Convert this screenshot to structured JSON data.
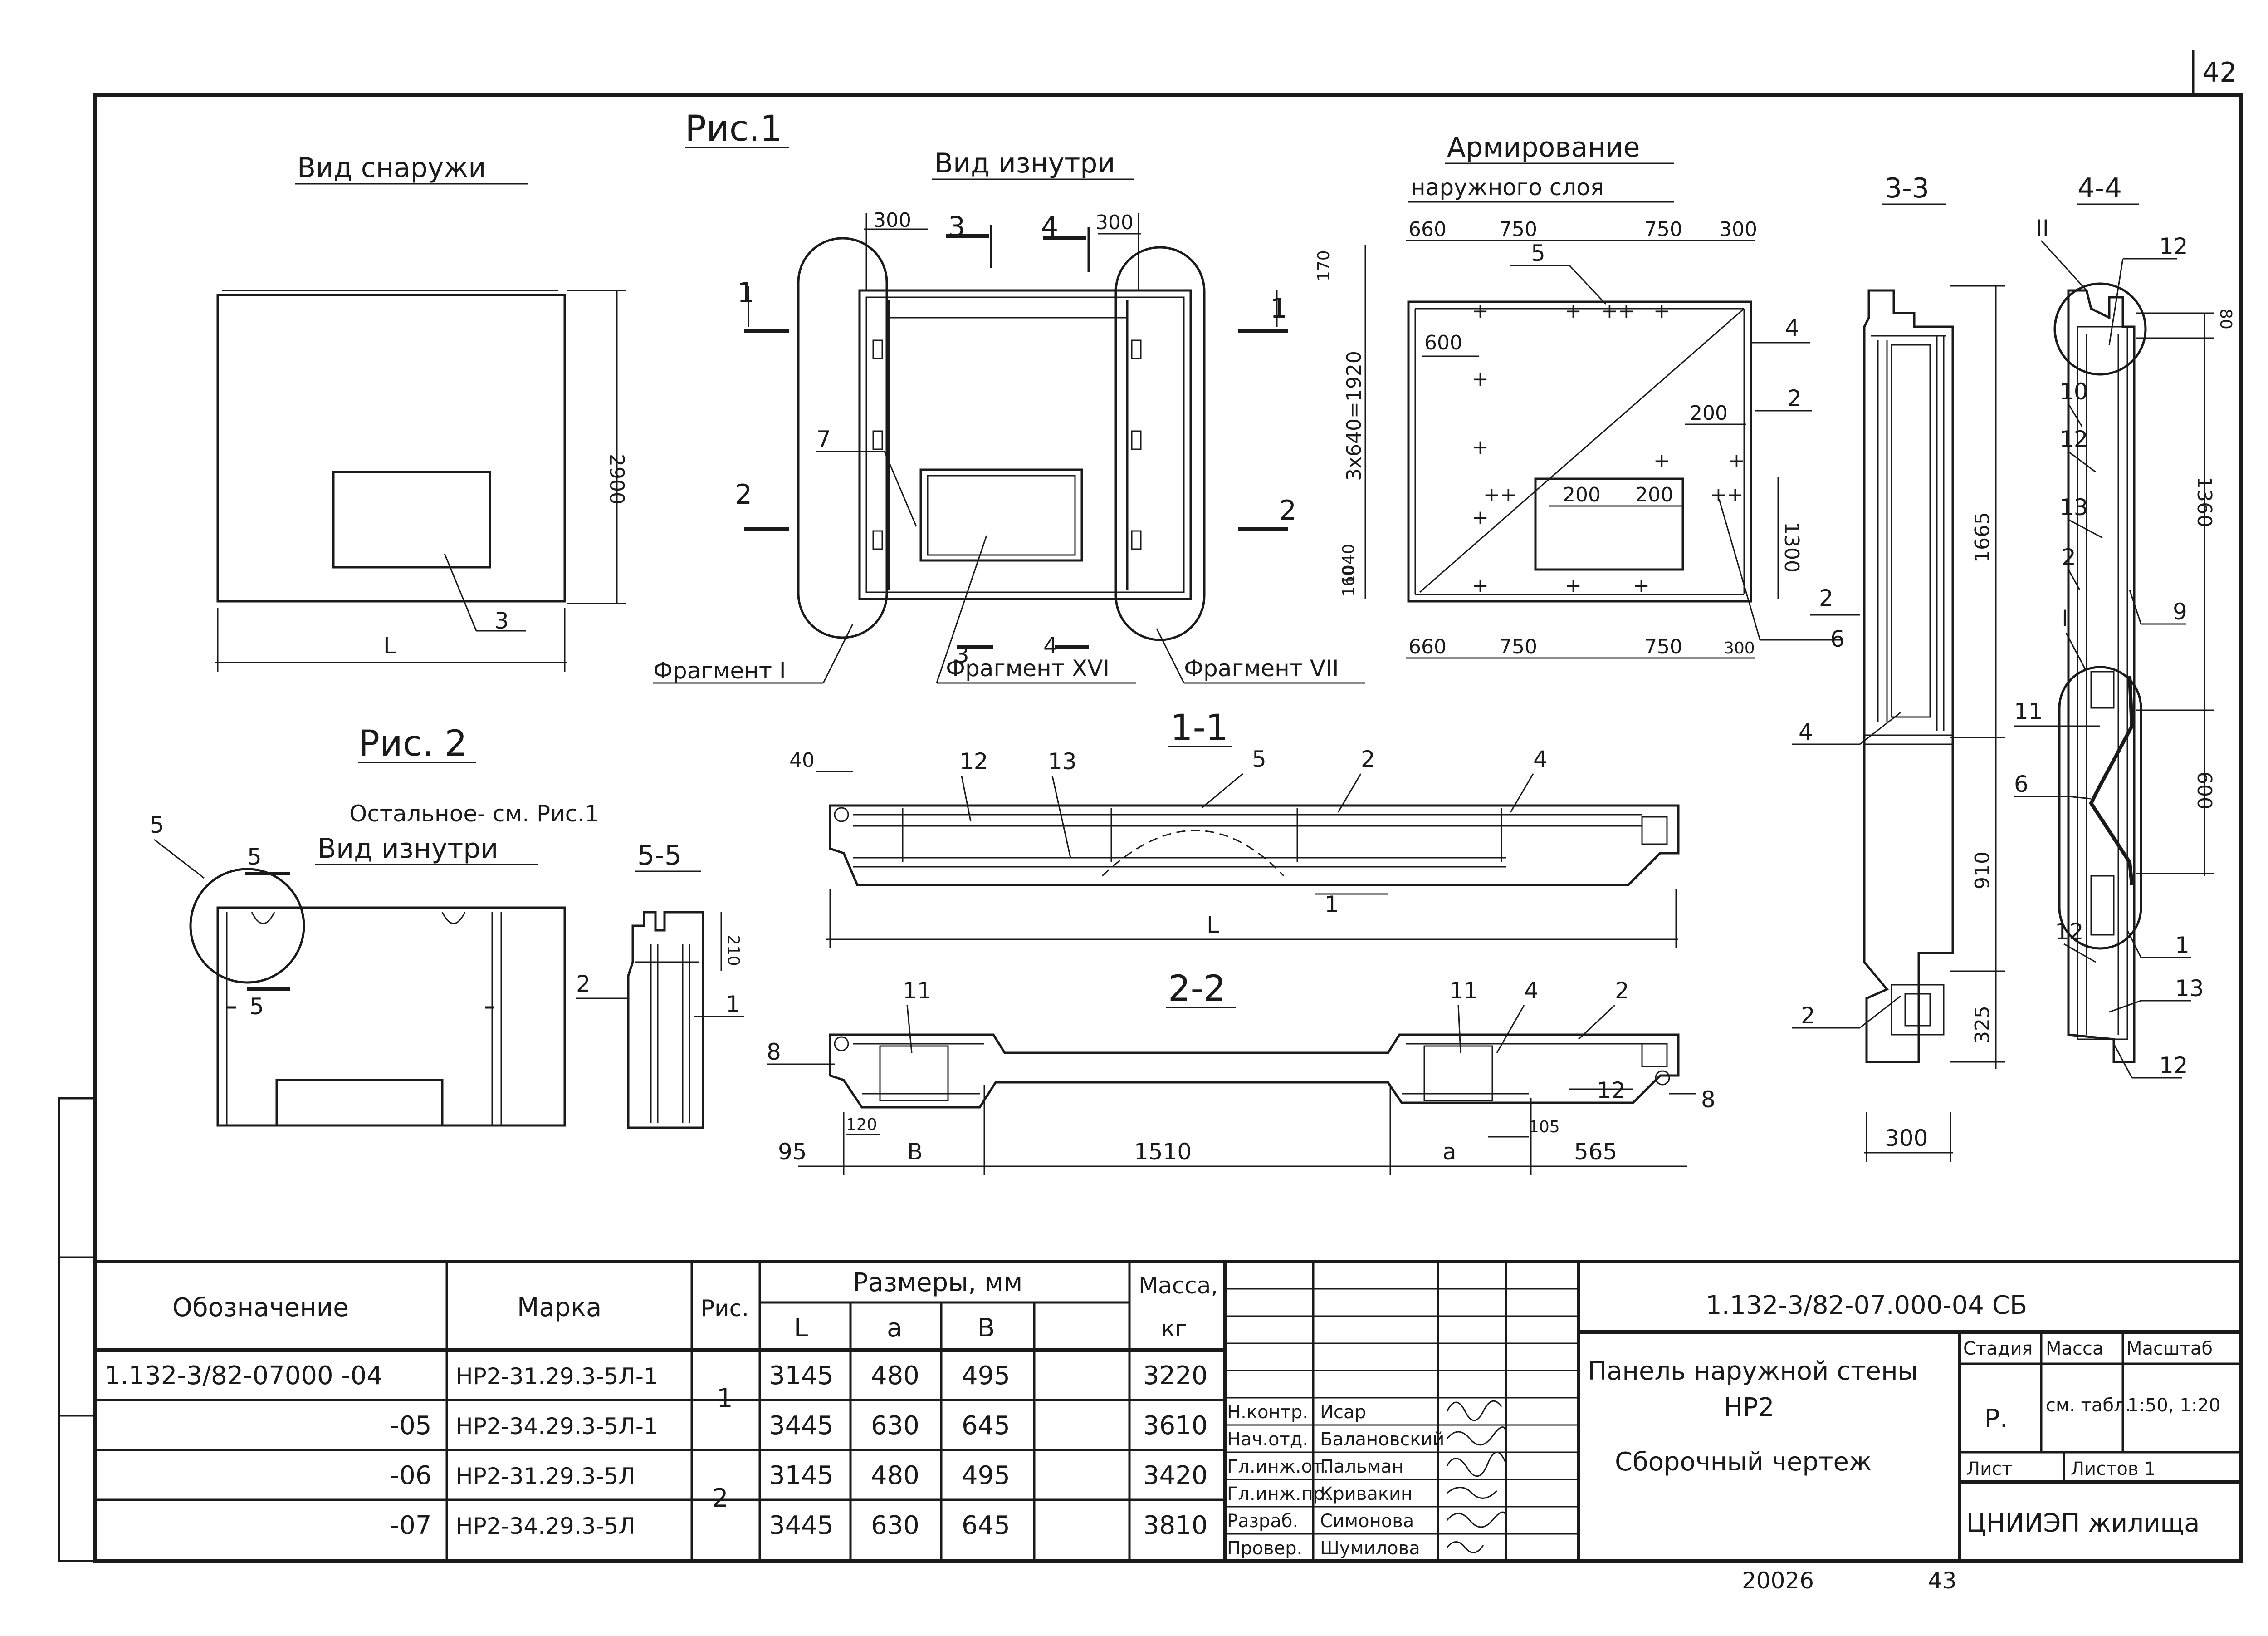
{
  "sheet": {
    "number": "42",
    "bottom_code": "20026",
    "bottom_page": "43"
  },
  "fig1": {
    "title": "Рис.1",
    "view_outside": {
      "title": "Вид снаружи",
      "dim_height": "2900",
      "dim_length": "L",
      "callout": "3"
    },
    "view_inside": {
      "title": "Вид изнутри",
      "dims": [
        "300",
        "300"
      ],
      "sections": [
        "1",
        "1",
        "2",
        "2",
        "3",
        "3",
        "4",
        "4"
      ],
      "callout": "7",
      "fragments": [
        "Фрагмент I",
        "Фрагмент XVI",
        "Фрагмент VII"
      ]
    },
    "reinforcement": {
      "title_1": "Армирование",
      "title_2": "наружного слоя",
      "top_dims": [
        "660",
        "750",
        "750",
        "300"
      ],
      "bottom_dims": [
        "660",
        "750",
        "750",
        "300"
      ],
      "left_dims": [
        "170",
        "3x640=1920",
        "1040",
        "160"
      ],
      "inner_dims": [
        "600",
        "200",
        "200",
        "200",
        "1300"
      ],
      "callouts": [
        "5",
        "4",
        "2",
        "6"
      ]
    },
    "section_3_3": {
      "title": "3-3",
      "dims": [
        "1665",
        "910",
        "325",
        "300"
      ],
      "callouts": [
        "2",
        "4",
        "2"
      ]
    },
    "section_4_4": {
      "title": "4-4",
      "dims": [
        "80",
        "1360",
        "600"
      ],
      "callouts": [
        "II",
        "12",
        "10",
        "12",
        "13",
        "2",
        "I",
        "9",
        "11",
        "6",
        "12",
        "1",
        "13",
        "12"
      ]
    }
  },
  "fig2": {
    "title": "Рис. 2",
    "note": "Остальное- см. Рис.1",
    "view_inside": {
      "title": "Вид изнутри",
      "callouts": [
        "5",
        "5",
        "5"
      ]
    },
    "section_5_5": {
      "title": "5-5",
      "dim": "210",
      "callouts": [
        "2",
        "1"
      ]
    }
  },
  "section_1_1": {
    "title": "1-1",
    "dim_left": "40",
    "dim_length": "L",
    "callouts": [
      "12",
      "13",
      "5",
      "2",
      "4",
      "1"
    ]
  },
  "section_2_2": {
    "title": "2-2",
    "dims": [
      "95",
      "В",
      "1510",
      "а",
      "565",
      "120",
      "105"
    ],
    "callouts": [
      "11",
      "11",
      "4",
      "2",
      "8",
      "8",
      "12"
    ]
  },
  "table": {
    "headers": {
      "designation": "Обозначение",
      "mark": "Марка",
      "fig": "Рис.",
      "sizes": "Размеры, мм",
      "L": "L",
      "a": "а",
      "b": "В",
      "mass": "Масса,",
      "mass_unit": "кг"
    },
    "rows": [
      {
        "designation": "1.132-3/82-07000 -04",
        "mark": "НР2-31.29.3-5Л-1",
        "fig": "1",
        "L": "3145",
        "a": "480",
        "b": "495",
        "mass": "3220"
      },
      {
        "designation": "-05",
        "mark": "НР2-34.29.3-5Л-1",
        "fig": "",
        "L": "3445",
        "a": "630",
        "b": "645",
        "mass": "3610"
      },
      {
        "designation": "-06",
        "mark": "НР2-31.29.3-5Л",
        "fig": "2",
        "L": "3145",
        "a": "480",
        "b": "495",
        "mass": "3420"
      },
      {
        "designation": "-07",
        "mark": "НР2-34.29.3-5Л",
        "fig": "",
        "L": "3445",
        "a": "630",
        "b": "645",
        "mass": "3810"
      }
    ]
  },
  "title_block": {
    "code": "1.132-3/82-07.000-04 СБ",
    "name_1": "Панель наружной стены",
    "name_2": "НР2",
    "name_3": "Сборочный чертеж",
    "stage_label": "Стадия",
    "mass_label": "Масса",
    "scale_label": "Масштаб",
    "stage": "Р.",
    "mass": "см. табл.",
    "scale": "1:50, 1:20",
    "sheet_label": "Лист",
    "sheets_label": "Листов 1",
    "org": "ЦНИИЭП жилища",
    "signatures": [
      {
        "role": "Н.контр.",
        "name": "Исар"
      },
      {
        "role": "Нач.отд.",
        "name": "Балановский"
      },
      {
        "role": "Гл.инж.от.",
        "name": "Пальман"
      },
      {
        "role": "Гл.инж.пр.",
        "name": "Кривакин"
      },
      {
        "role": "Разраб.",
        "name": "Симонова"
      },
      {
        "role": "Провер.",
        "name": "Шумилова"
      }
    ]
  }
}
